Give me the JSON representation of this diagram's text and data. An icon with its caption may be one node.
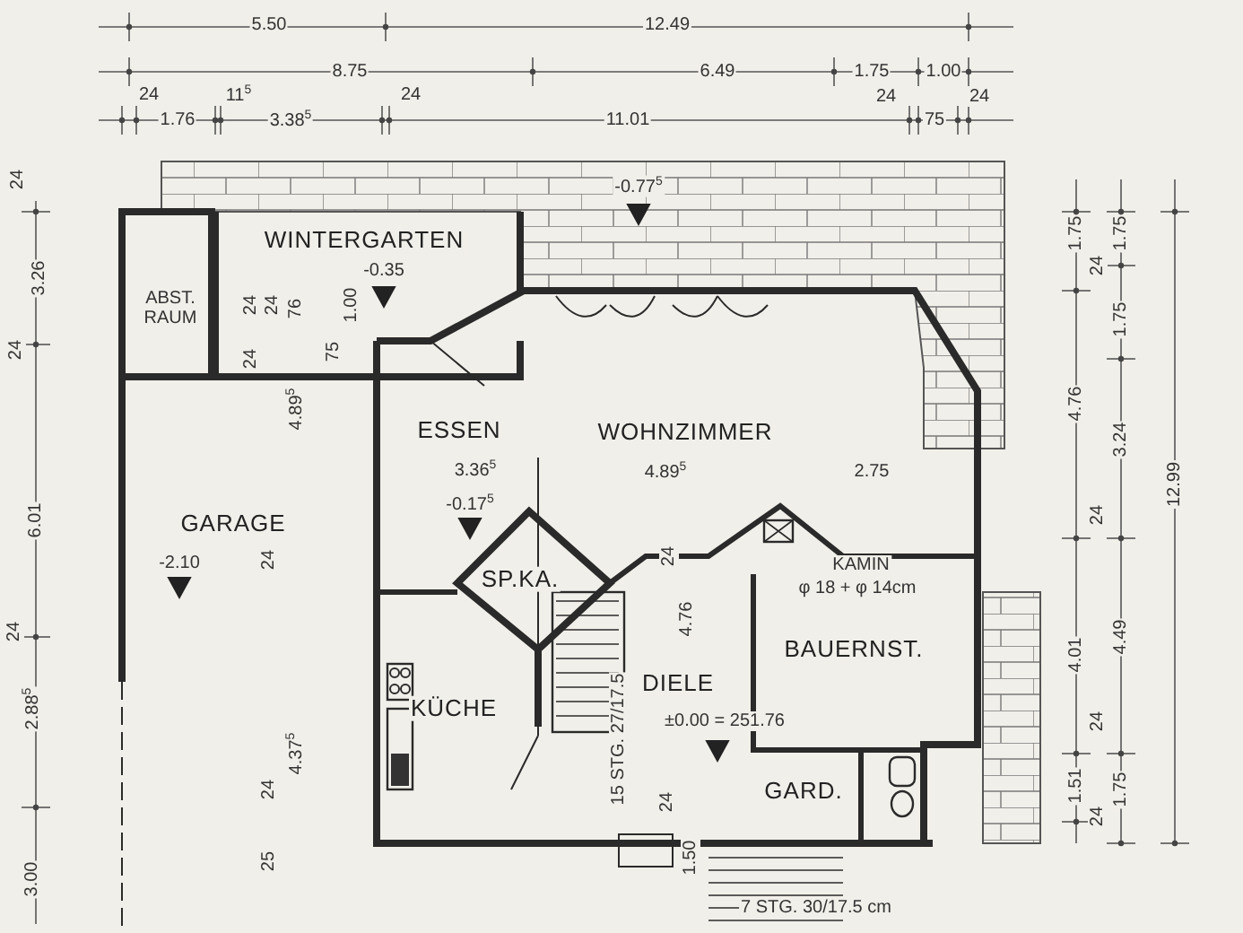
{
  "diagram": {
    "labels": [
      "5.50",
      "12.49",
      "8.75",
      "6.49",
      "1.75",
      "1.00",
      "24",
      "11$^{5}$",
      "24",
      "24",
      "24",
      "1.76",
      "3.38$^{5}$",
      "11.01",
      "75",
      "24",
      "-0.77$^{5}$",
      "ABST. RAUM",
      "WINTERGARTEN",
      "-0.35",
      "3.26",
      "24",
      "24",
      "76",
      "1.00",
      "24",
      "24",
      "75",
      "ESSEN",
      "WOHNZIMMER",
      "4.89$^{5}$",
      "3.36$^{5}$",
      "4.89$^{5}$",
      "2.75",
      "-0.17$^{5}$",
      "GARAGE",
      "6.01",
      "-2.10",
      "24",
      "SP.KA.",
      "24",
      "KAMIN",
      "φ 18 + φ 14cm",
      "4.76",
      "BAUERNST.",
      "DIELE",
      "24",
      "KÜCHE",
      "±0.00 = 251.76",
      "15 STG. 27/17.5",
      "2.88$^{5}$",
      "4.37$^{5}$",
      "24",
      "24",
      "GARD.",
      "1.50",
      "25",
      "7 STG. 30/17.5 cm",
      "3.00",
      "1.75",
      "1.75",
      "24",
      "1.75",
      "4.76",
      "3.24",
      "12.99",
      "24",
      "4.01",
      "4.49",
      "24",
      "1.51",
      "24",
      "1.75"
    ]
  }
}
